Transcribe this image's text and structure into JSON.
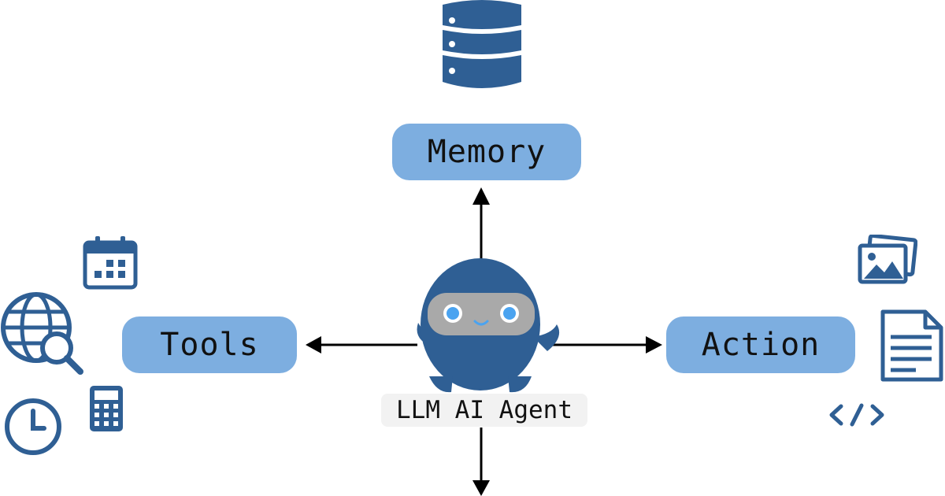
{
  "nodes": {
    "memory": "Memory",
    "tools": "Tools",
    "action": "Action"
  },
  "agent": {
    "label": "LLM AI Agent"
  },
  "colors": {
    "node_fill": "#7daee0",
    "icon_blue": "#2f5f94",
    "agent_body": "#2f5f94",
    "visor": "#a9a9a9",
    "eye": "#4aa3f0",
    "arrow": "#000000"
  },
  "icons": {
    "memory": [
      "database-icon"
    ],
    "tools": [
      "calendar-icon",
      "globe-search-icon",
      "clock-icon",
      "calculator-icon"
    ],
    "action": [
      "images-icon",
      "document-icon",
      "code-icon"
    ],
    "agent": "robot-ninja-icon"
  }
}
